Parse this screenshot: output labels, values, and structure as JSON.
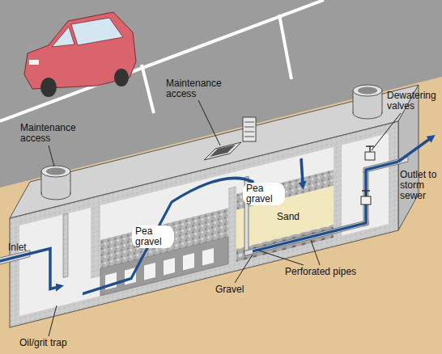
{
  "diagram": {
    "labels": [
      "Maintenance access",
      "Maintenance access",
      "Dewatering valves",
      "Pea gravel",
      "Sand",
      "Outlet to storm sewer",
      "Pea gravel",
      "Inlet",
      "Perforated pipes",
      "Gravel",
      "Oil/grit trap"
    ]
  }
}
